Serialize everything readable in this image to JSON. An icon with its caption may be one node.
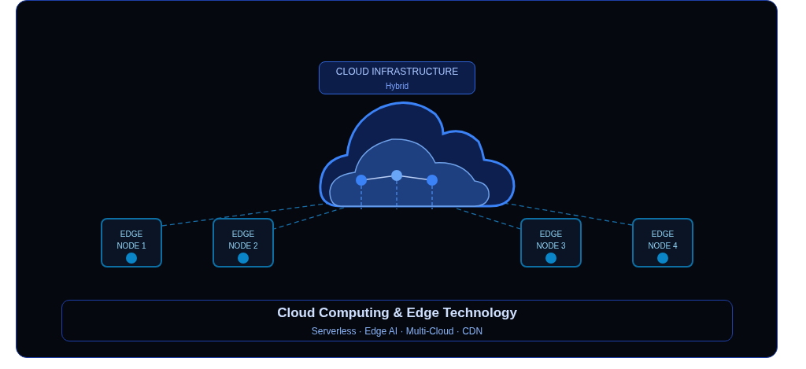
{
  "diagram": {
    "nodes": [
      {
        "text": [
          "CLOUD INFRASTRUCTURE",
          "Hybrid"
        ]
      },
      {
        "text": [],
        "shape": "cloud"
      },
      {
        "text": [
          "EDGE NODE 1"
        ]
      },
      {
        "text": [
          "EDGE NODE 2"
        ]
      },
      {
        "text": [
          "EDGE NODE 3"
        ]
      },
      {
        "text": [
          "EDGE NODE 4"
        ]
      },
      {
        "text": [
          "Cloud Computing & Edge Technology",
          "Serverless · Edge AI · Multi-Cloud · CDN"
        ]
      }
    ],
    "edges": [
      {
        "from": 1,
        "to": 2,
        "arrow": "none",
        "style": "dashed"
      },
      {
        "from": 1,
        "to": 3,
        "arrow": "none",
        "style": "dashed"
      },
      {
        "from": 1,
        "to": 4,
        "arrow": "none",
        "style": "dashed"
      },
      {
        "from": 1,
        "to": 5,
        "arrow": "none",
        "style": "dashed"
      }
    ]
  }
}
